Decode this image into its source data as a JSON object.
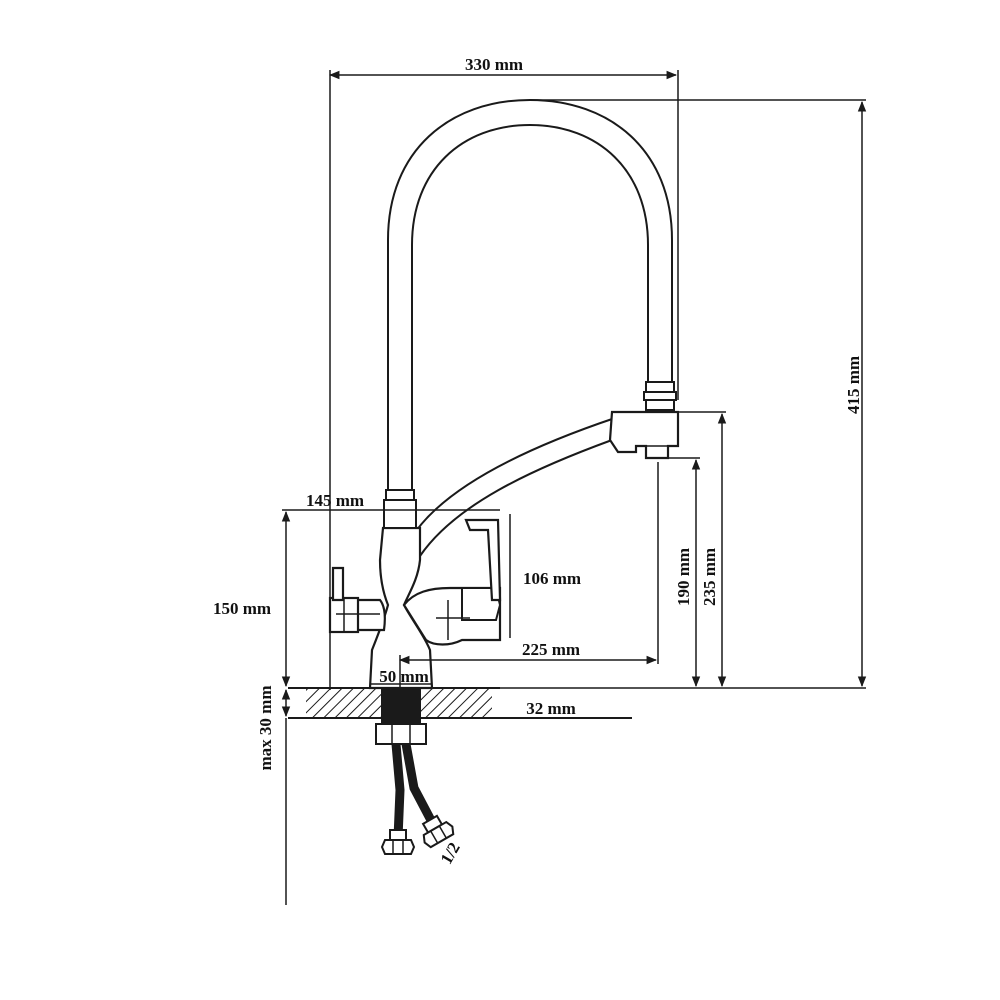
{
  "dimensions": {
    "width_330": "330 mm",
    "height_415": "415 mm",
    "reach_145": "145 mm",
    "body_106": "106 mm",
    "base_150": "150 mm",
    "spout_190": "190 mm",
    "spout_235": "235 mm",
    "reach_225": "225 mm",
    "base_50": "50 mm",
    "hole_32": "32 mm",
    "deck_max30": "max 30 mm",
    "thread": "1/2"
  },
  "colors": {
    "ink": "#1a1a1a",
    "background": "#ffffff"
  }
}
